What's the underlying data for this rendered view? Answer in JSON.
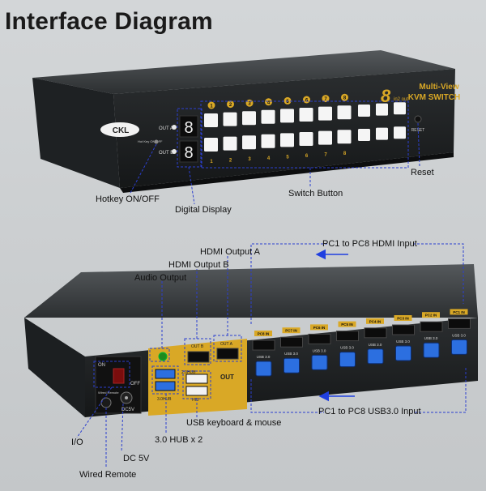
{
  "title": "Interface Diagram",
  "device": {
    "brand": "CKL",
    "model_big": "8",
    "model_small": "in2 out",
    "series_line1": "Multi-View",
    "series_line2": "KVM SWITCH",
    "out_a": "OUT A",
    "out_b": "OUT B",
    "hotkey_text": "Hot Key ON/OFF",
    "reset_text": "RESET",
    "port_numbers": [
      "1",
      "2",
      "3",
      "4",
      "5",
      "6",
      "7",
      "8"
    ],
    "rear_on": "ON",
    "rear_off": "OFF",
    "wired_remote_text": "Wired Remote",
    "dc_text": "DC5V",
    "usb20_text": "2.0HUB",
    "usb30_text": "3.0HUB",
    "out_text": "OUT",
    "hdmi_out_a": "OUT A",
    "hdmi_out_b": "OUT B",
    "hid_text": "HID",
    "pc_tags": [
      "PC8 IN",
      "PC7 IN",
      "PC6 IN",
      "PC5 IN",
      "PC4 IN",
      "PC3 IN",
      "PC2 IN",
      "PC1 IN"
    ],
    "usb3_tag": "USB 3.0"
  },
  "labels": {
    "hotkey": "Hotkey ON/OFF",
    "digital_display": "Digital Display",
    "switch_button": "Switch Button",
    "reset": "Reset",
    "pc_hdmi_input": "PC1 to PC8 HDMI Input",
    "hdmi_output_a": "HDMI Output A",
    "hdmi_output_b": "HDMI Output B",
    "audio_output": "Audio Output",
    "pc_usb_input": "PC1 to PC8 USB3.0 Input",
    "usb_keyboard_mouse": "USB keyboard & mouse",
    "hub": "3.0 HUB x 2",
    "io": "I/O",
    "dc5v": "DC 5V",
    "wired_remote": "Wired Remote"
  },
  "colors": {
    "chassis": "#232628",
    "panel_top": "#3a3d40",
    "button": "#f5f5f5",
    "accent_gold": "#d9a826",
    "dashed_line": "#2b3fd0",
    "usb_blue": "#2c6fe0",
    "arrow_blue": "#1f3fe0"
  }
}
